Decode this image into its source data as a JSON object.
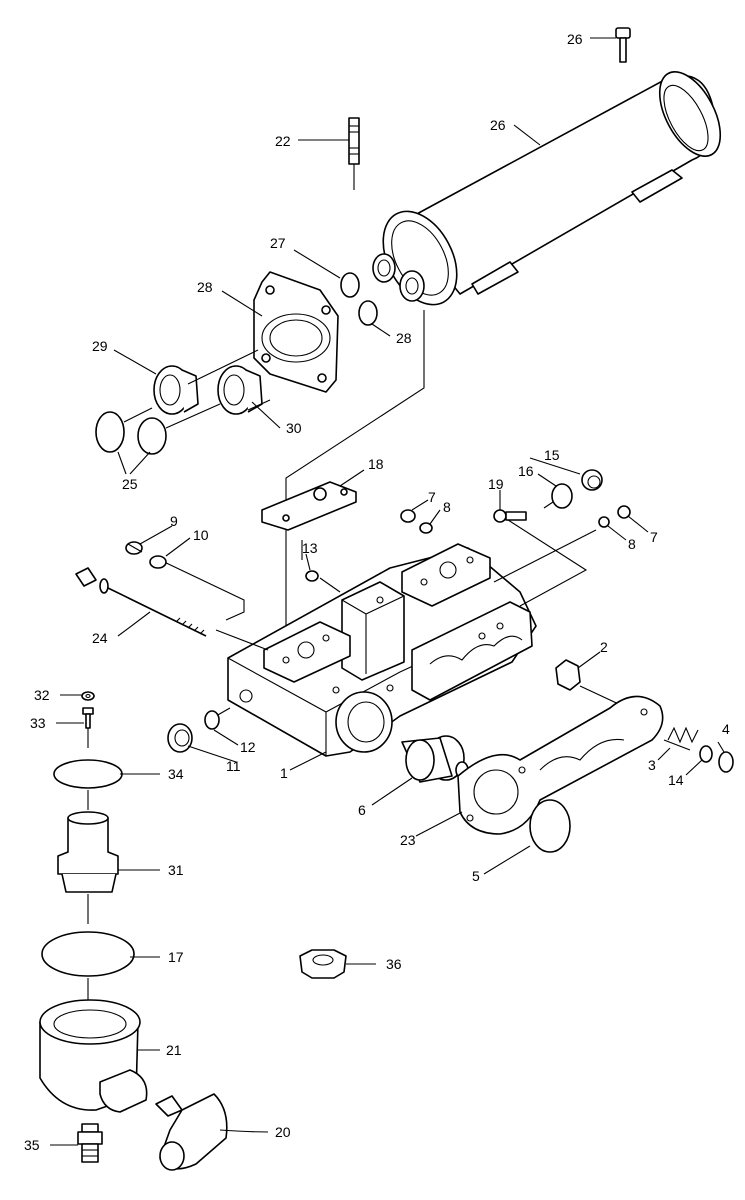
{
  "callouts": [
    {
      "id": "c1",
      "text": "1"
    },
    {
      "id": "c2",
      "text": "2"
    },
    {
      "id": "c3",
      "text": "3"
    },
    {
      "id": "c4",
      "text": "4"
    },
    {
      "id": "c5",
      "text": "5"
    },
    {
      "id": "c6",
      "text": "6"
    },
    {
      "id": "c7a",
      "text": "7"
    },
    {
      "id": "c7b",
      "text": "7"
    },
    {
      "id": "c8a",
      "text": "8"
    },
    {
      "id": "c8b",
      "text": "8"
    },
    {
      "id": "c9",
      "text": "9"
    },
    {
      "id": "c10",
      "text": "10"
    },
    {
      "id": "c11",
      "text": "11"
    },
    {
      "id": "c12",
      "text": "12"
    },
    {
      "id": "c13",
      "text": "13"
    },
    {
      "id": "c14",
      "text": "14"
    },
    {
      "id": "c15",
      "text": "15"
    },
    {
      "id": "c16",
      "text": "16"
    },
    {
      "id": "c17",
      "text": "17"
    },
    {
      "id": "c18",
      "text": "18"
    },
    {
      "id": "c19",
      "text": "19"
    },
    {
      "id": "c20",
      "text": "20"
    },
    {
      "id": "c21",
      "text": "21"
    },
    {
      "id": "c22",
      "text": "22"
    },
    {
      "id": "c23",
      "text": "23"
    },
    {
      "id": "c24",
      "text": "24"
    },
    {
      "id": "c25",
      "text": "25"
    },
    {
      "id": "c26a",
      "text": "26"
    },
    {
      "id": "c26b",
      "text": "26"
    },
    {
      "id": "c27",
      "text": "27"
    },
    {
      "id": "c28a",
      "text": "28"
    },
    {
      "id": "c28b",
      "text": "28"
    },
    {
      "id": "c29",
      "text": "29"
    },
    {
      "id": "c30",
      "text": "30"
    },
    {
      "id": "c31",
      "text": "31"
    },
    {
      "id": "c32",
      "text": "32"
    },
    {
      "id": "c33",
      "text": "33"
    },
    {
      "id": "c34",
      "text": "34"
    },
    {
      "id": "c35",
      "text": "35"
    },
    {
      "id": "c36",
      "text": "36"
    }
  ]
}
